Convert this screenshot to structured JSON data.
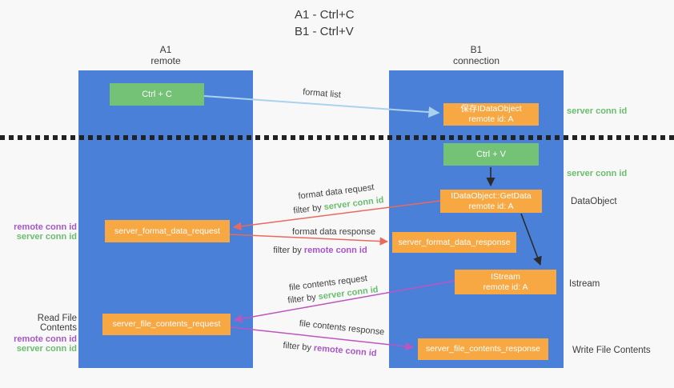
{
  "title": {
    "line1": "A1 - Ctrl+C",
    "line2": "B1 - Ctrl+V"
  },
  "columns": {
    "left": {
      "name": "A1",
      "subtitle": "remote"
    },
    "right": {
      "name": "B1",
      "subtitle": "connection"
    }
  },
  "nodes": {
    "ctrl_c": {
      "label": "Ctrl + C"
    },
    "ctrl_v": {
      "label": "Ctrl + V"
    },
    "save_idataobject": {
      "line1": "保存IDataObject",
      "line2": "remote id: A"
    },
    "getdata": {
      "line1": "IDataObject::GetData",
      "line2": "remote id: A"
    },
    "istream": {
      "line1": "IStream",
      "line2": "remote id: A"
    },
    "format_request": {
      "label": "server_format_data_request"
    },
    "format_response": {
      "label": "server_format_data_response"
    },
    "file_request": {
      "label": "server_file_contents_request"
    },
    "file_response": {
      "label": "server_file_contents_response"
    }
  },
  "arrows": {
    "format_list": {
      "label": "format list"
    },
    "format_request": {
      "label": "format data request",
      "filter_prefix": "filter by ",
      "filter_key": "server conn id"
    },
    "format_response": {
      "label": "format data response",
      "filter_prefix": "filter by ",
      "filter_key": "remote conn id"
    },
    "file_request": {
      "label": "file contents request",
      "filter_prefix": "filter by ",
      "filter_key": "server conn id"
    },
    "file_response": {
      "label": "file contents response",
      "filter_prefix": "filter by ",
      "filter_key": "remote conn id"
    }
  },
  "side_labels": {
    "server_conn_top": "server conn id",
    "server_conn_mid": "server conn id",
    "dataobject": "DataObject",
    "istream": "Istream",
    "write_file": "Write File Contents",
    "read_file": "Read File Contents",
    "left_group1": {
      "remote": "remote conn id",
      "server": "server conn id"
    },
    "left_group2": {
      "remote": "remote conn id",
      "server": "server conn id"
    }
  },
  "colors": {
    "lifeline_blue": "#4a80d8",
    "node_green": "#74c276",
    "node_orange": "#f7a843",
    "arrow_lightblue": "#a9d2ee",
    "arrow_salmon": "#e96a5d",
    "arrow_magenta": "#bd55c0",
    "arrow_black": "#2b2b2b",
    "label_green": "#6abd6e",
    "label_purple": "#a855c8",
    "text_dark": "#3a3a3a",
    "background": "#f8f8f8"
  }
}
